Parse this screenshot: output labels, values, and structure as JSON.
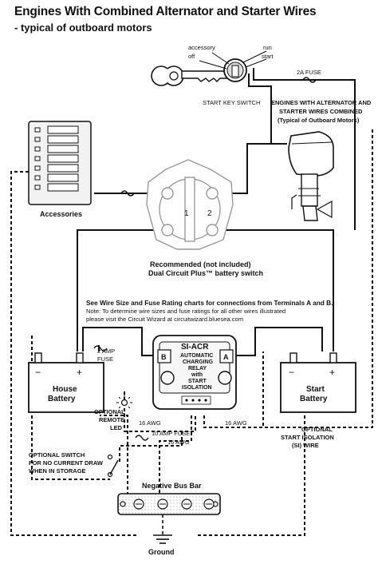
{
  "header": {
    "title": "Engines With Combined Alternator and Starter Wires",
    "subtitle": "- typical of outboard motors"
  },
  "key_switch": {
    "accessory": "accessory",
    "off": "off",
    "run": "run",
    "start": "start",
    "label": "START KEY SWITCH"
  },
  "fuse_2a": "2A FUSE",
  "engine": {
    "line1": "ENGINES WITH ALTERNATOR AND",
    "line2": "STARTER WIRES COMBINED",
    "line3": "(Typical of Outboard Motors)"
  },
  "accessories": "Accessories",
  "battery_switch": {
    "line1": "Recommended (not included)",
    "line2": "Dual Circuit Plus™ battery switch",
    "pos1": "1",
    "pos2": "2"
  },
  "wire_note": {
    "line1": "See Wire Size and Fuse Rating charts for connections from Terminals A and B.",
    "line2": "Note: To determine wire sizes and fuse ratings for all other wires illustrated",
    "line3": "please visit the Circuit Wizard at circuitwizard.bluesea.com"
  },
  "acr": {
    "name": "SI-ACR",
    "line1": "AUTOMATIC",
    "line2": "CHARGING",
    "line3": "RELAY",
    "line4": "with",
    "line5": "START",
    "line6": "ISOLATION",
    "term_b": "B",
    "term_a": "A"
  },
  "house_battery": {
    "line1": "House",
    "line2": "Battery"
  },
  "start_battery": {
    "line1": "Start",
    "line2": "Battery"
  },
  "fuse_2amp": {
    "line1": "2 AMP",
    "line2": "FUSE"
  },
  "remote_led": {
    "line1": "OPTIONAL",
    "line2": "REMOTE",
    "line3": "LED"
  },
  "wires": {
    "awg16_a": "16 AWG",
    "fuse_10amp": "10 AMP FUSE",
    "awg16_b": "16 AWG",
    "awg16_c": "16 AWG"
  },
  "si_wire": {
    "line1": "OPTIONAL",
    "line2": "START ISOLATION",
    "line3": "(SI) WIRE"
  },
  "storage_switch": {
    "line1": "OPTIONAL SWITCH",
    "line2": "FOR NO CURRENT DRAW",
    "line3": "WHEN IN STORAGE"
  },
  "bus_bar": "Negative Bus Bar",
  "ground": "Ground",
  "colors": {
    "line": "#111111",
    "panel": "#f2f2f2"
  }
}
